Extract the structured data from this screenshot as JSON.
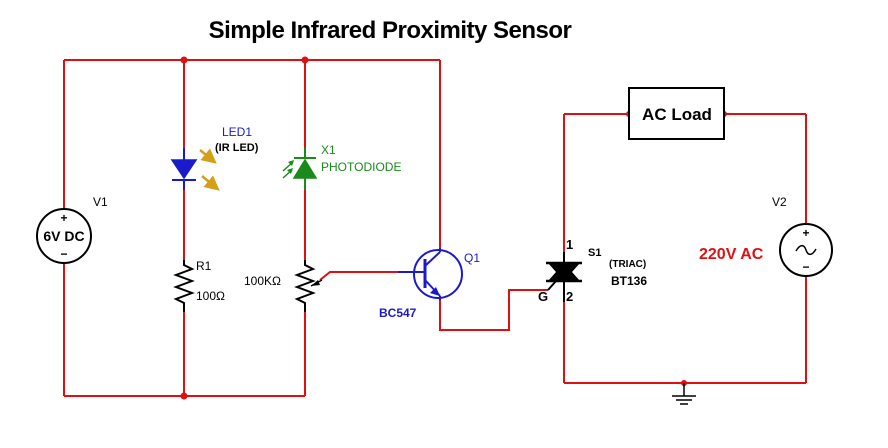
{
  "title": "Simple Infrared Proximity Sensor",
  "colors": {
    "wire": "#dd1111",
    "component": "#000000",
    "led": "#1a1acc",
    "photodiode": "#1a8a1a",
    "ir_glow": "#d4a017",
    "junction": "#dd1111"
  },
  "components": {
    "v1": {
      "ref": "V1",
      "value": "6V DC",
      "plus": "+",
      "minus": "−"
    },
    "led1": {
      "ref": "LED1",
      "type": "(IR LED)"
    },
    "x1": {
      "ref": "X1",
      "type": "PHOTODIODE"
    },
    "r1": {
      "ref": "R1",
      "value": "100Ω"
    },
    "pot": {
      "value": "100KΩ"
    },
    "q1": {
      "ref": "Q1",
      "part": "BC547"
    },
    "s1": {
      "ref": "S1",
      "type": "(TRIAC)",
      "part": "BT136",
      "pin1": "1",
      "pin2": "2",
      "gate": "G"
    },
    "load": {
      "label": "AC Load"
    },
    "v2": {
      "ref": "V2",
      "value": "220V AC",
      "plus": "+",
      "minus": "−"
    }
  }
}
